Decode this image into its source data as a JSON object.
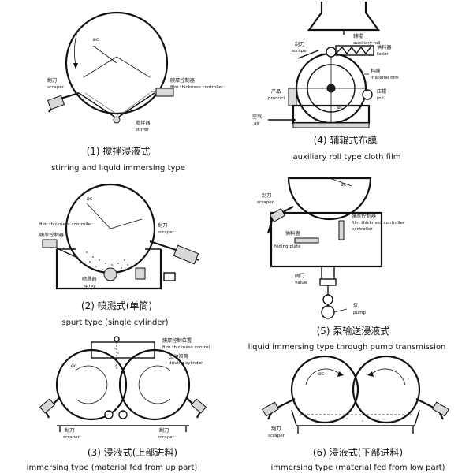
{
  "panels": [
    {
      "caption_cn": "(1) 搅拌浸液式",
      "caption_en": "stirring and liquid immersing type",
      "labels": {
        "scraper_cn": "刮刀",
        "scraper_en": "scraper",
        "ftc_cn": "膜厚控制器",
        "ftc_en": "film thickness controller",
        "stirrer_cn": "搅拌器",
        "stirrer_en": "stirrer",
        "drum": "øc"
      }
    },
    {
      "caption_cn": "(4) 辅辊式布膜",
      "caption_en": "auxiliary roll type cloth film",
      "labels": {
        "aux_cn": "辅辊",
        "aux_en": "auxiliary roll",
        "scraper_cn": "刮刀",
        "scraper_en": "scraper",
        "feeder_cn": "供料器",
        "feeder_en": "feder",
        "film_cn": "料膜",
        "film_en": "material film",
        "product_cn": "产品",
        "product_en": "product",
        "roll_cn": "压辊",
        "roll_en": "roll",
        "air_cn": "空气",
        "air_en": "air",
        "drum": "øc"
      }
    },
    {
      "caption_cn": "(2) 喷溅式(单筒)",
      "caption_en": "spurt type (single cylinder)",
      "labels": {
        "ftc_en": "film thickness controller",
        "ftc_cn": "膜厚控制器",
        "scraper_cn": "刮刀",
        "scraper_en": "scraper",
        "spray_cn": "喷溅器",
        "spray_en": "spray",
        "drum": "øc"
      }
    },
    {
      "caption_cn": "(5) 泵输送浸液式",
      "caption_en": "liquid immersing type through pump transmission",
      "labels": {
        "scraper_cn": "刮刀",
        "scraper_en": "scraper",
        "ftc_cn": "膜厚控制器",
        "ftc_en": "film thickness controller",
        "plate_cn": "供料盘",
        "plate_en": "feding plate",
        "valve_cn": "阀门",
        "valve_en": "value",
        "pump_cn": "泵",
        "pump_en": "pump",
        "drum": "øc"
      }
    },
    {
      "caption_cn": "(3) 浸液式(上部进料)",
      "caption_en": "immersing type (material fed from up part)",
      "labels": {
        "ftc_cn": "膜厚控制位置",
        "ftc_en": "film thickness control",
        "drive_cn": "主动滚筒",
        "drive_en": "driving cylinder",
        "scraper_cn": "刮刀",
        "scraper_en": "scraper",
        "drum": "øc"
      }
    },
    {
      "caption_cn": "(6) 浸液式(下部进料)",
      "caption_en": "immersing type (material fed from low part)",
      "labels": {
        "scraper_cn": "刮刀",
        "scraper_en": "scraper",
        "drum": "øc"
      }
    }
  ]
}
